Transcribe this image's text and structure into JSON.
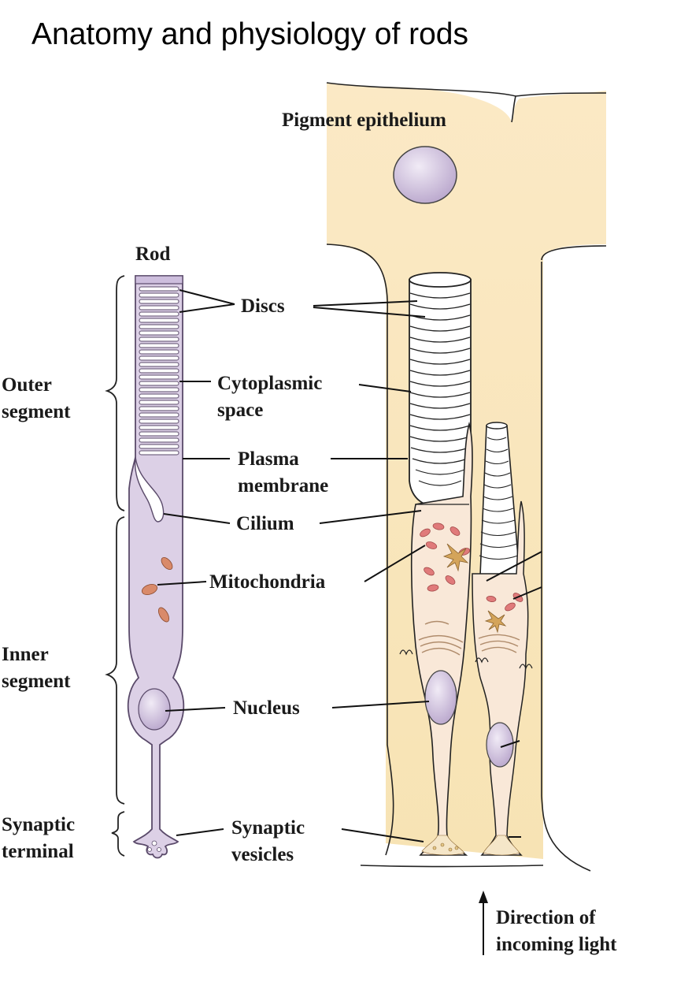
{
  "title": "Anatomy and physiology of rods",
  "labels": {
    "pigment_epithelium": "Pigment epithelium",
    "rod": "Rod",
    "discs": "Discs",
    "cytoplasmic_space_1": "Cytoplasmic",
    "cytoplasmic_space_2": "space",
    "plasma_membrane_1": "Plasma",
    "plasma_membrane_2": "membrane",
    "cilium": "Cilium",
    "mitochondria": "Mitochondria",
    "nucleus": "Nucleus",
    "synaptic_vesicles_1": "Synaptic",
    "synaptic_vesicles_2": "vesicles",
    "outer_segment_1": "Outer",
    "outer_segment_2": "segment",
    "inner_segment_1": "Inner",
    "inner_segment_2": "segment",
    "synaptic_terminal_1": "Synaptic",
    "synaptic_terminal_2": "terminal",
    "direction_1": "Direction of",
    "direction_2": "incoming light"
  },
  "colors": {
    "epithelium": "#f8e4b8",
    "rod_fill": "#dcd0e6",
    "rod_stroke": "#5a4a6a",
    "cell_fill": "#f9e8d8",
    "nucleus": "#c9b8d8",
    "mitochondria": "#d98a6a",
    "vesicle_red": "#e07a7a"
  }
}
